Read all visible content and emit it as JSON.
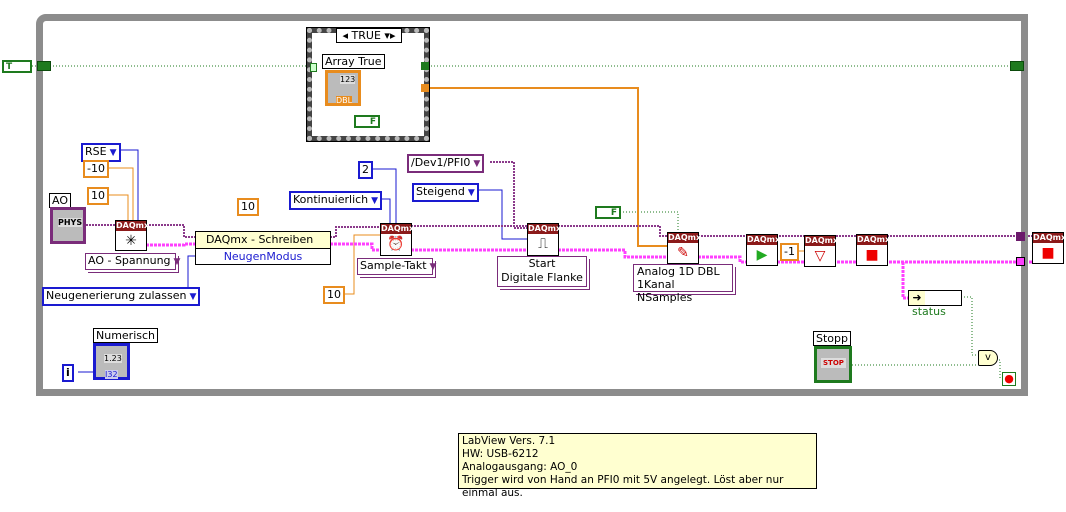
{
  "loop": {
    "continue_const": "T",
    "stop_const_case": "F",
    "stop_const_write": "F"
  },
  "case": {
    "selector": "TRUE",
    "array_label": "Array True",
    "array_type": "DBL",
    "array_value": "123"
  },
  "controls": {
    "terminal_config": "RSE",
    "min_value": "-10",
    "max_value": "10",
    "ao_label": "AO",
    "ao_type": "PHYS",
    "channel_type": "AO - Spannung",
    "loose_const": "10",
    "write_property_title": "DAQmx - Schreiben",
    "write_property_item": "NeugenModus",
    "regen_mode": "Neugenerierung zulassen",
    "numeric_label": "Numerisch",
    "numeric_type": "I32",
    "numeric_value": "1.23",
    "iteration": "i",
    "samples_const": "2",
    "sample_mode": "Kontinuierlich",
    "timing_type": "Sample-Takt",
    "rate_const": "10",
    "trigger_source": "/Dev1/PFI0",
    "trigger_edge": "Steigend",
    "trigger_type_line1": "Start",
    "trigger_type_line2": "Digitale Flanke",
    "write_type_line1": "Analog 1D DBL",
    "write_type_line2": "1Kanal NSamples",
    "timeout_const": "-1",
    "status_label": "status",
    "stop_label": "Stopp",
    "stop_button": "STOP"
  },
  "node_header": "DAQmx",
  "comment": {
    "lines": [
      "LabView Vers. 7.1",
      "HW: USB-6212",
      "Analogausgang: AO_0",
      "Trigger wird von Hand an PFI0 mit 5V angelegt. Löst aber nur einmal aus."
    ]
  },
  "colors": {
    "task_wire": "#8b3a8b",
    "error_wire": "#ff40ff",
    "numeric_wire": "#e88c1e",
    "enum_wire": "#1a1ad0",
    "bool_wire": "#1e7a1e",
    "node_header": "#8b1a1a"
  }
}
